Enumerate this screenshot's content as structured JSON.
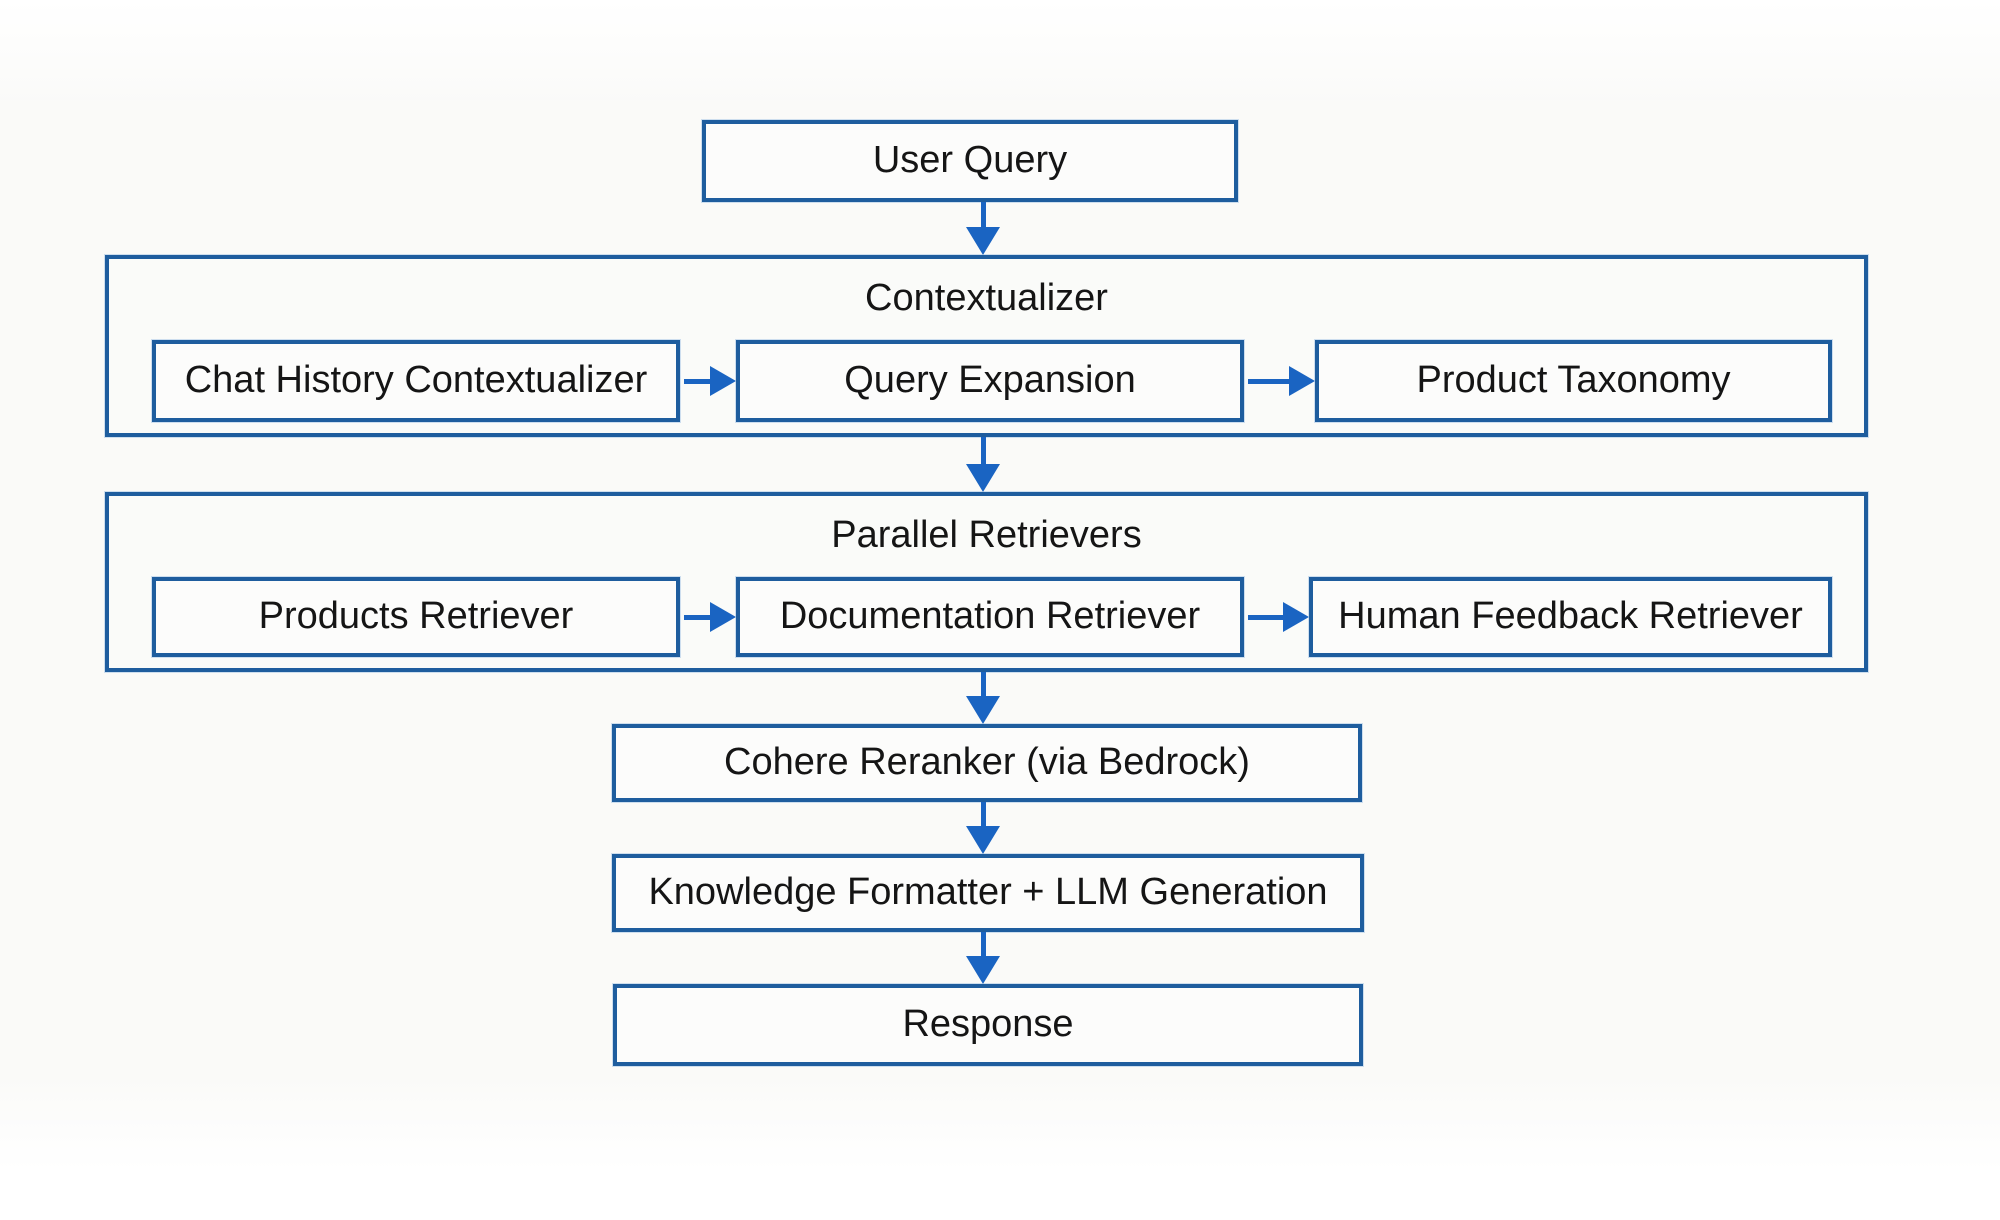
{
  "colors": {
    "border": "#1e5d9e",
    "arrow": "#1a64c2",
    "text": "#151515",
    "canvas_bg": "#fafaf8",
    "node_bg": "#fcfcfb"
  },
  "nodes": {
    "user_query": {
      "label": "User Query"
    },
    "chat_history_contextualizer": {
      "label": "Chat History Contextualizer"
    },
    "query_expansion": {
      "label": "Query Expansion"
    },
    "product_taxonomy": {
      "label": "Product Taxonomy"
    },
    "products_retriever": {
      "label": "Products Retriever"
    },
    "documentation_retriever": {
      "label": "Documentation Retriever"
    },
    "human_feedback_retriever": {
      "label": "Human Feedback Retriever"
    },
    "cohere_reranker": {
      "label": "Cohere Reranker (via Bedrock)"
    },
    "knowledge_formatter": {
      "label": "Knowledge Formatter + LLM Generation"
    },
    "response": {
      "label": "Response"
    }
  },
  "groups": {
    "contextualizer": {
      "title": "Contextualizer"
    },
    "parallel_retrievers": {
      "title": "Parallel Retrievers"
    }
  },
  "edges": [
    {
      "from": "user_query",
      "to": "contextualizer",
      "direction": "down"
    },
    {
      "from": "chat_history_contextualizer",
      "to": "query_expansion",
      "direction": "right"
    },
    {
      "from": "query_expansion",
      "to": "product_taxonomy",
      "direction": "right"
    },
    {
      "from": "contextualizer",
      "to": "parallel_retrievers",
      "direction": "down"
    },
    {
      "from": "products_retriever",
      "to": "documentation_retriever",
      "direction": "right"
    },
    {
      "from": "documentation_retriever",
      "to": "human_feedback_retriever",
      "direction": "right"
    },
    {
      "from": "parallel_retrievers",
      "to": "cohere_reranker",
      "direction": "down"
    },
    {
      "from": "cohere_reranker",
      "to": "knowledge_formatter",
      "direction": "down"
    },
    {
      "from": "knowledge_formatter",
      "to": "response",
      "direction": "down"
    }
  ]
}
